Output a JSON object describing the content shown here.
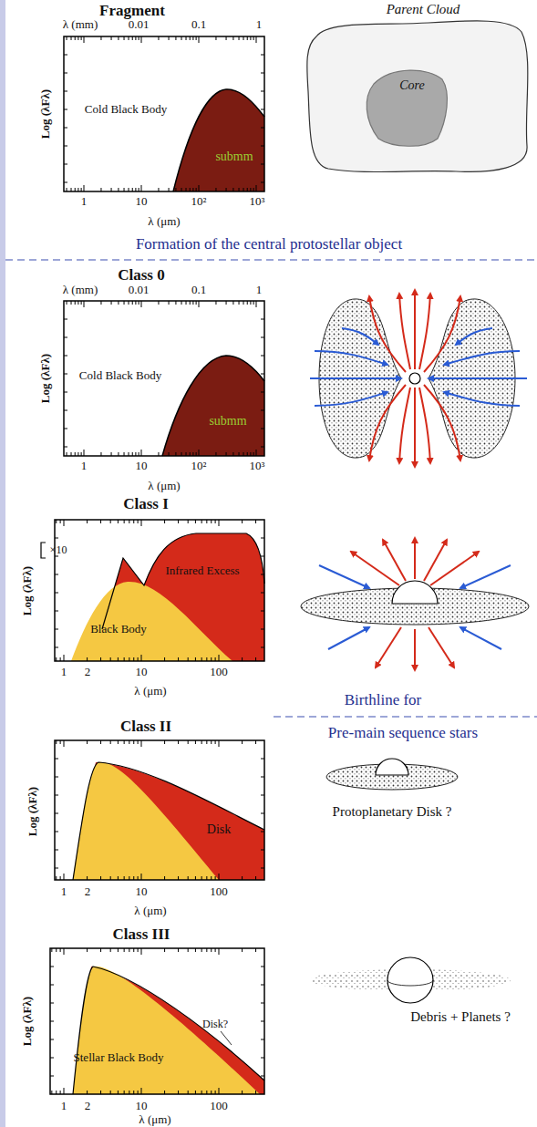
{
  "diagram": {
    "nodes": [
      {
        "text": [
          "Parent Cloud"
        ]
      },
      {
        "text": [
          "Core"
        ],
        "in": 0
      }
    ],
    "labels": [
      "Fragment",
      "λ (mm)",
      "0.01",
      "0.1",
      "1",
      "Log (λFλ)",
      "Cold Black Body",
      "submm",
      "1",
      "10",
      "10²",
      "10³",
      "λ (μm)",
      "Formation of the central protostellar object",
      "Class 0",
      "λ (mm)",
      "0.01",
      "0.1",
      "1",
      "Log (λFλ)",
      "Cold Black Body",
      "submm",
      "1",
      "10",
      "10²",
      "10³",
      "λ (μm)",
      "Class I",
      "Log (λFλ)",
      "×10",
      "Infrared Excess",
      "Black Body",
      "1",
      "2",
      "10",
      "100",
      "λ (μm)",
      "Birthline for",
      "Pre-main sequence stars",
      "Class II",
      "Log (λFλ)",
      "Disk",
      "1",
      "2",
      "10",
      "100",
      "λ (μm)",
      "Protoplanetary Disk ?",
      "Class III",
      "Log (λFλ)",
      "Disk?",
      "Stellar Black Body",
      "1",
      "2",
      "10",
      "100",
      "λ (μm)",
      "Debris + Planets ?"
    ]
  }
}
